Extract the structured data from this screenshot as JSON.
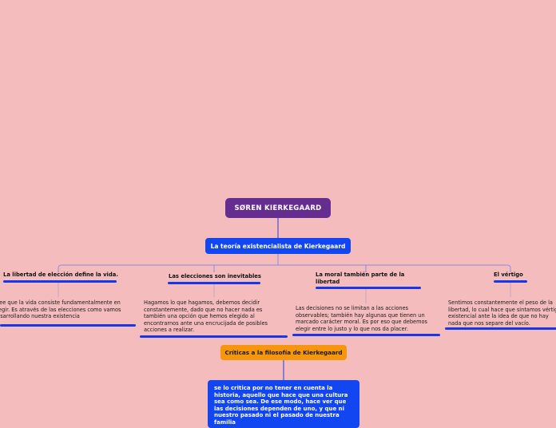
{
  "map": {
    "root": "SØREN KIERKEGAARD",
    "main_topic": "La teoría existencialista de Kierkegaard",
    "branches": [
      {
        "title": "La libertad de elección define la vida.",
        "text": "Cree que la vida consiste fundamentalmente en elegir. Es através de las elecciones como vamos desarrollando nuestra existencia"
      },
      {
        "title": "Las elecciones son inevitables",
        "text": "Hagamos lo que hagamos, debemos decidir constantemente, dado que no hacer nada es también una opción que hemos elegido al encontrarnos ante una encrucijada de posibles acciones a realizar."
      },
      {
        "title": "La moral también parte de la libertad",
        "text": "Las decisiones no se limitan a las acciones observables; también hay algunas que tienen un marcado carácter moral. Es por eso que debemos elegir entre lo justo y lo que nos da placer."
      },
      {
        "title": "El vértigo",
        "text": "Sentimos constantemente el peso de la libertad, lo cual hace que sintamos vértigo existencial ante la idea de que no hay nada que nos separe del vacío."
      }
    ],
    "critique": {
      "title": "Críticas a la filosofía de Kierkegaard",
      "text": "se lo critica por no tener en cuenta la historia, aquello que hace que una cultura sea como sea. De ese modo, hace ver que las decisiones dependen de uno, y que ni nuestro pasado ni el pasado de nuestra familia"
    }
  },
  "colors": {
    "background": "#f4bcbc",
    "root": "#662d91",
    "topic": "#1246f0",
    "critique": "#f5960d",
    "connector": "#8080e0"
  }
}
